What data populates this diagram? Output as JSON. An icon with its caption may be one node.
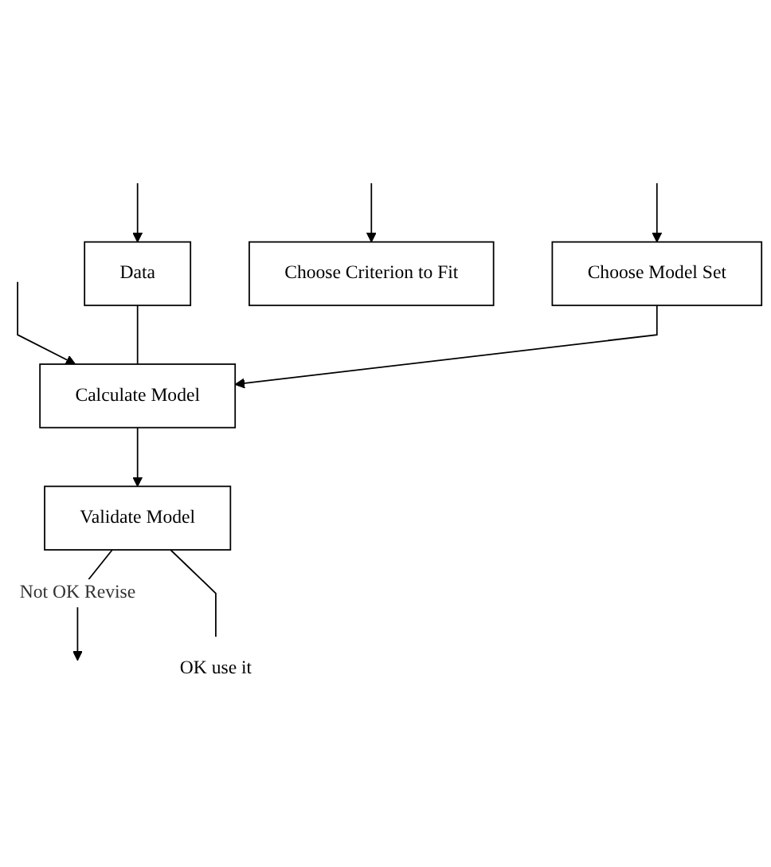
{
  "diagram": {
    "nodes": [
      {
        "text": [
          "Data"
        ]
      },
      {
        "text": [
          "Choose Model Set"
        ]
      },
      {
        "text": [
          "Choose Criterion to Fit"
        ]
      },
      {
        "text": [
          "Calculate Model"
        ]
      },
      {
        "text": [
          "Validate Model"
        ]
      },
      {
        "text": [
          "OK use it"
        ]
      }
    ],
    "edges": [
      {
        "from": null,
        "to": 0,
        "arrow": "to"
      },
      {
        "from": null,
        "to": 1,
        "arrow": "to"
      },
      {
        "from": null,
        "to": 2,
        "arrow": "to"
      },
      {
        "from": null,
        "to": 3,
        "arrow": "to"
      },
      {
        "from": 0,
        "to": 3,
        "arrow": "none"
      },
      {
        "from": 1,
        "to": 3,
        "arrow": "to"
      },
      {
        "from": 3,
        "to": 4,
        "arrow": "to"
      },
      {
        "from": 4,
        "to": null,
        "arrow": "to",
        "label": "Not OK Revise"
      },
      {
        "from": 4,
        "to": 5,
        "arrow": "none"
      }
    ]
  }
}
